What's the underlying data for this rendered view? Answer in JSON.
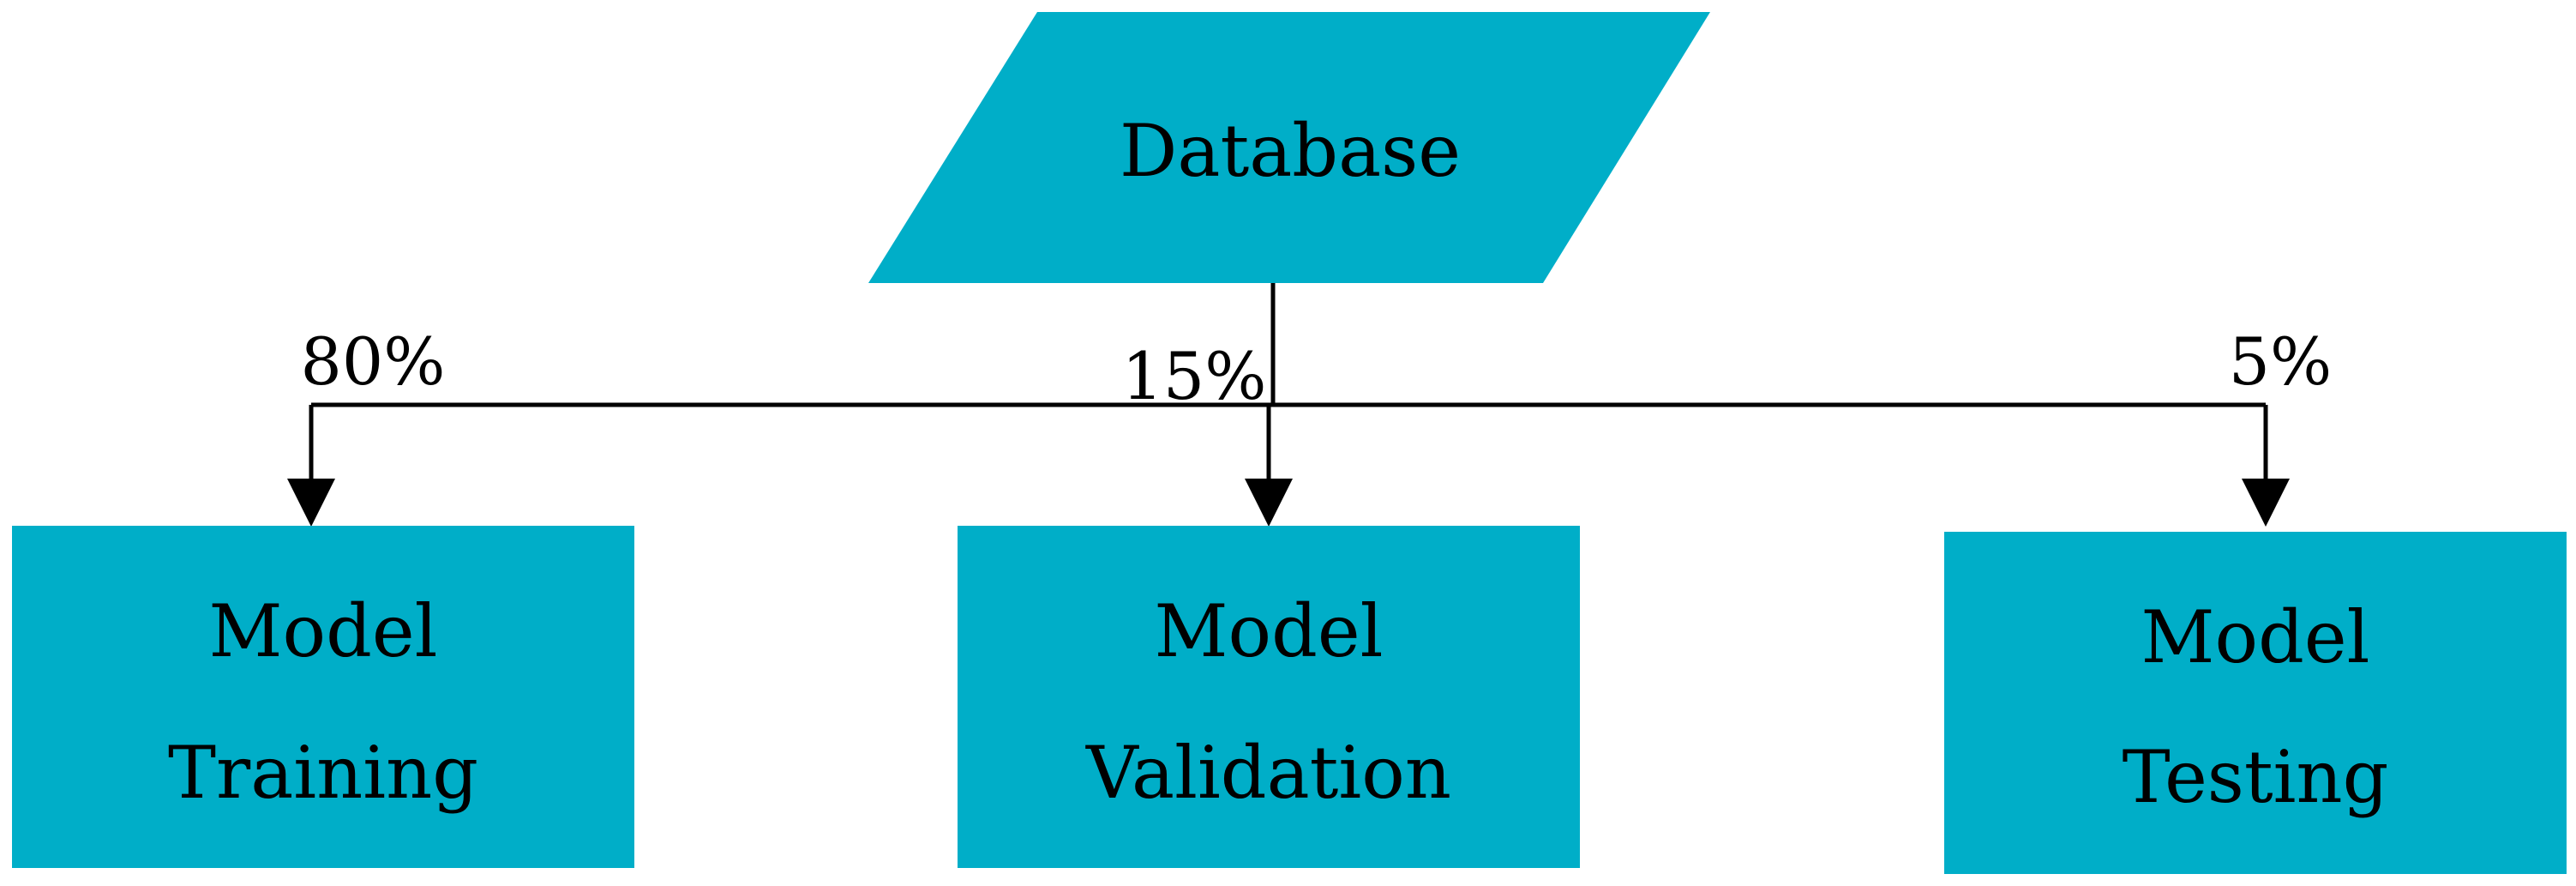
{
  "colors": {
    "node_fill": "#00AEC8",
    "line": "#000000",
    "background": "#FFFFFF"
  },
  "diagram": {
    "source": {
      "label": "Database",
      "shape": "parallelogram"
    },
    "split": [
      {
        "percent": "80%",
        "target_line1": "Model",
        "target_line2": "Training"
      },
      {
        "percent": "15%",
        "target_line1": "Model",
        "target_line2": "Validation"
      },
      {
        "percent": "5%",
        "target_line1": "Model",
        "target_line2": "Testing"
      }
    ]
  }
}
